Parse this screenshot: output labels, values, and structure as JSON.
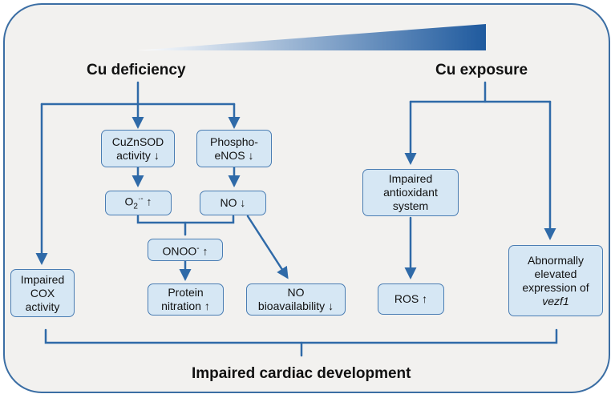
{
  "colors": {
    "line": "#2f6aa8",
    "box_fill": "#d6e7f4",
    "box_border": "#4a7db3",
    "panel_bg": "#f2f1ef",
    "gradient_start": "#ffffff",
    "gradient_end": "#1f5a9e"
  },
  "headings": {
    "cu_deficiency": "Cu deficiency",
    "cu_exposure": "Cu exposure",
    "outcome": "Impaired cardiac development"
  },
  "nodes": {
    "cuznsod": "CuZnSOD\nactivity ↓",
    "phospho_enos": "Phospho-\neNOS ↓",
    "superoxide": {
      "base": "O",
      "sub": "2",
      "sup": "·-",
      "tail": " ↑"
    },
    "no_down": "NO ↓",
    "onoo": {
      "base": "ONOO",
      "sup": "-",
      "tail": " ↑"
    },
    "protein_nitration": "Protein\nnitration ↑",
    "no_bioavailability": "NO\nbioavailability ↓",
    "impaired_cox": "Impaired\nCOX\nactivity",
    "impaired_antioxidant": "Impaired\nantioxidant\nsystem",
    "ros": "ROS ↑",
    "vezf1": {
      "lines": "Abnormally\nelevated\nexpression of",
      "italic": "vezf1"
    }
  }
}
